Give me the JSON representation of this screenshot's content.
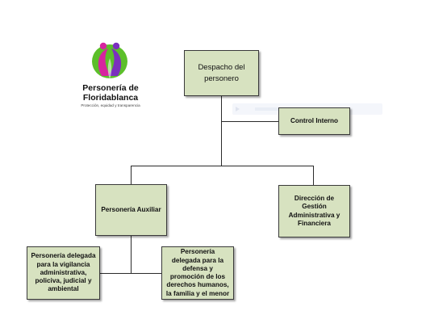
{
  "logo": {
    "line1": "Personería de",
    "line2": "Floridablanca",
    "tagline": "Protección, equidad y transparencia"
  },
  "org_chart": {
    "root": {
      "line1": "Despacho del",
      "line2": "personero"
    },
    "control_interno": "Control Interno",
    "personeria_auxiliar": "Personería Auxiliar",
    "direccion_gestion": "Dirección de Gestión Administrativa y Financiera",
    "delegada_vigilancia": "Personería delegada para la vigilancia administrativa, policiva, judicial y ambiental",
    "delegada_derechos": "Personería delegada para la defensa y promoción de los derechos humanos, la familia y el menor"
  },
  "colors": {
    "box_fill": "#d7e2c0",
    "box_border": "#3a3a3a",
    "connector": "#2b2b2b",
    "logo_magenta": "#d6249f",
    "logo_purple": "#7b2fbe",
    "logo_green": "#5cbf2a"
  }
}
